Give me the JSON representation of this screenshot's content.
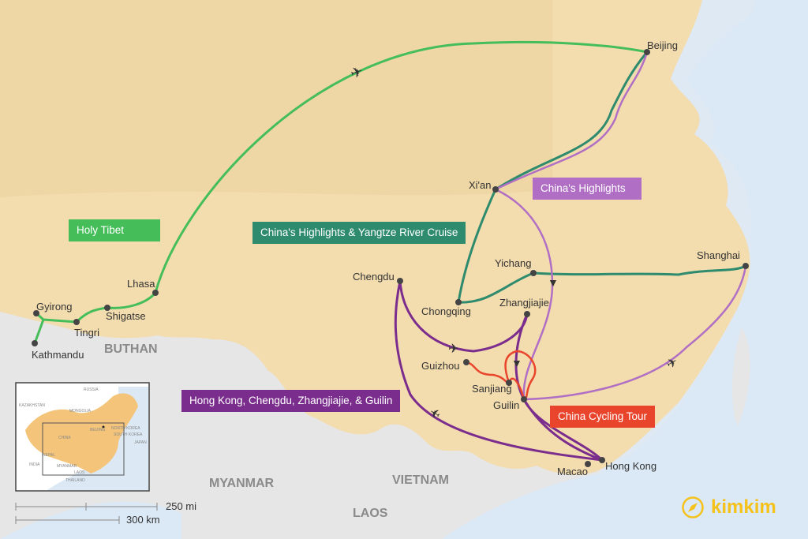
{
  "cities": {
    "beijing": "Beijing",
    "xian": "Xi'an",
    "lhasa": "Lhasa",
    "shigatse": "Shigatse",
    "tingri": "Tingri",
    "gyirong": "Gyirong",
    "kathmandu": "Kathmandu",
    "chengdu": "Chengdu",
    "chongqing": "Chongqing",
    "yichang": "Yichang",
    "shanghai": "Shanghai",
    "zhangjiajie": "Zhangjiajie",
    "guizhou": "Guizhou",
    "sanjiang": "Sanjiang",
    "guilin": "Guilin",
    "hongkong": "Hong Kong",
    "macao": "Macao"
  },
  "countries": {
    "buthan": "BUTHAN",
    "myanmar": "MYANMAR",
    "vietnam": "VIETNAM",
    "laos": "LAOS"
  },
  "routes": [
    {
      "label": "Holy Tibet",
      "color": "#45be5a"
    },
    {
      "label": "China's Highlights & Yangtze River Cruise",
      "color": "#2e8b6e"
    },
    {
      "label": "China's Highlights",
      "color": "#b06fc4"
    },
    {
      "label": "Hong Kong, Chengdu, Zhangjiajie, & Guilin",
      "color": "#7b2d8e"
    },
    {
      "label": "China Cycling Tour",
      "color": "#e8452c"
    }
  ],
  "inset": {
    "russia": "RUSSIA",
    "kazakhstan": "KAZAKHSTAN",
    "mongolia": "MONGOLIA",
    "china": "CHINA",
    "beijing": "BEIJING",
    "north_korea": "NORTH KOREA",
    "south_korea": "SOUTH KOREA",
    "japan": "JAPAN",
    "nepal": "NEPAL",
    "india": "INDIA",
    "myanmar": "MYANMAR",
    "laos": "LAOS",
    "thailand": "THAILAND"
  },
  "scale": {
    "miles": "250 mi",
    "km": "300 km"
  },
  "logo": {
    "text": "kimkim"
  }
}
